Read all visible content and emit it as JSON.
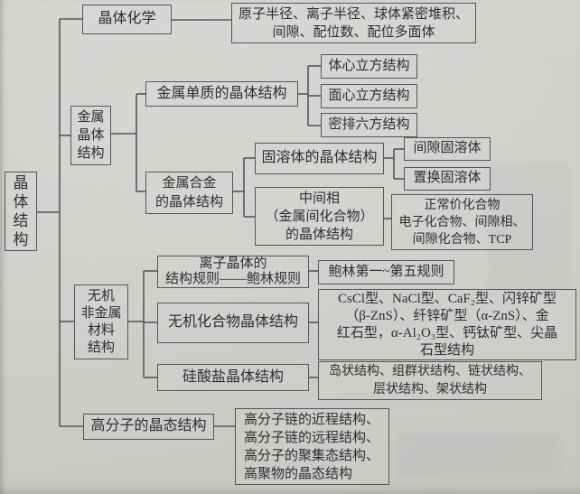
{
  "diagram_title": "晶体结构",
  "colors": {
    "page_bg": "#cfcfcb",
    "box_border": "#56565a",
    "connector_line": "#56565a",
    "text": "#2e2e33"
  },
  "nodes": {
    "root": "晶\n体\n结\n构",
    "crystal_chemistry": "晶体化学",
    "chemistry_topics": "原子半径、离子半径、球体紧密堆积、\n间隙、配位数、配位多面体",
    "metal_crystal": "金属\n晶体\n结构",
    "metal_element": "金属单质的晶体结构",
    "bcc": "体心立方结构",
    "fcc": "面心立方结构",
    "hcp": "密排六方结构",
    "metal_alloy": "金属合金\n的晶体结构",
    "solid_solution": "固溶体的晶体结构",
    "interstitial_ss": "间隙固溶体",
    "substitutional_ss": "置换固溶体",
    "intermediate_phase": "中间相\n（金属间化合物）\n的晶体结构",
    "intermediate_types": "正常价化合物\n电子化合物、间隙相、\n间隙化合物、TCP",
    "inorganic": "无机\n非金属\n材料\n结构",
    "ionic_rules": "离子晶体的\n结构规则——鲍林规则",
    "pauling_rules": "鲍林第一~第五规则",
    "inorganic_compound": "无机化合物晶体结构",
    "compound_types": "CsCl型、NaCl型、CaF₂型、闪锌矿型\n（β-ZnS）、纤锌矿型（α-ZnS）、金\n红石型，α-Al₂O₃型、钙钛矿型、尖晶\n石型结构",
    "silicate": "硅酸盐晶体结构",
    "silicate_types": "岛状结构、组群状结构、链状结构、\n层状结构、架状结构",
    "polymer": "高分子的晶态结构",
    "polymer_types": "高分子链的近程结构、\n高分子链的远程结构、\n高分子的聚集态结构、\n高聚物的晶态结构"
  }
}
